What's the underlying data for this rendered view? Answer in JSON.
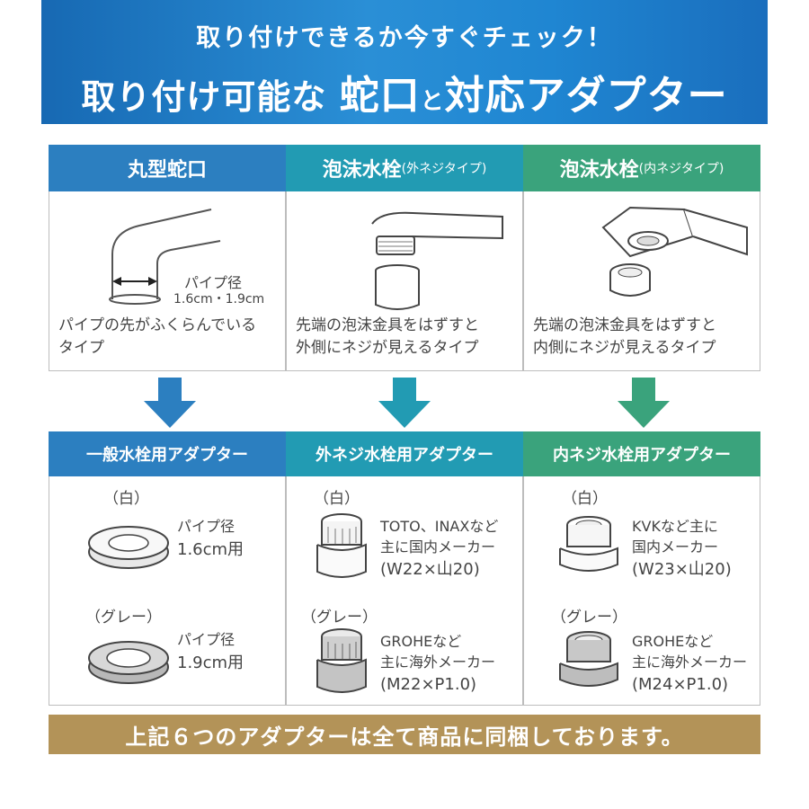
{
  "banner": {
    "line1": "取り付けできるか今すぐチェック！",
    "line2_a": "取り付け可能な",
    "line2_b": "蛇口",
    "line2_c": "と",
    "line2_d": "対応アダプター"
  },
  "faucets": [
    {
      "title": "丸型蛇口",
      "subtitle": "",
      "pipe_label": "パイプ径",
      "pipe_size": "1.6cm・1.9cm",
      "desc1": "パイプの先がふくらんでいる",
      "desc2": "タイプ"
    },
    {
      "title": "泡沫水栓",
      "subtitle": "(外ネジタイプ)",
      "desc1": "先端の泡沫金具をはずすと",
      "desc2": "外側にネジが見えるタイプ"
    },
    {
      "title": "泡沫水栓",
      "subtitle": "(内ネジタイプ)",
      "desc1": "先端の泡沫金具をはずすと",
      "desc2": "内側にネジが見えるタイプ"
    }
  ],
  "adapters": [
    {
      "title": "一般水栓用アダプター",
      "items": [
        {
          "color": "（白）",
          "line1": "パイプ径",
          "line2": "1.6cm用",
          "line3": ""
        },
        {
          "color": "（グレー）",
          "line1": "パイプ径",
          "line2": "1.9cm用",
          "line3": ""
        }
      ]
    },
    {
      "title": "外ネジ水栓用アダプター",
      "items": [
        {
          "color": "（白）",
          "line1": "TOTO、INAXなど",
          "line2": "主に国内メーカー",
          "line3": "(W22×山20)"
        },
        {
          "color": "（グレー）",
          "line1": "GROHEなど",
          "line2": "主に海外メーカー",
          "line3": "(M22×P1.0)"
        }
      ]
    },
    {
      "title": "内ネジ水栓用アダプター",
      "items": [
        {
          "color": "（白）",
          "line1": "KVKなど主に",
          "line2": "国内メーカー",
          "line3": "(W23×山20)"
        },
        {
          "color": "（グレー）",
          "line1": "GROHEなど",
          "line2": "主に海外メーカー",
          "line3": "(M24×P1.0)"
        }
      ]
    }
  ],
  "footer": "上記６つのアダプターは全て商品に同梱しております。",
  "colors": {
    "blue": "#2c7fc0",
    "teal": "#229bb3",
    "green": "#3aa37c",
    "gold": "#b39358"
  }
}
